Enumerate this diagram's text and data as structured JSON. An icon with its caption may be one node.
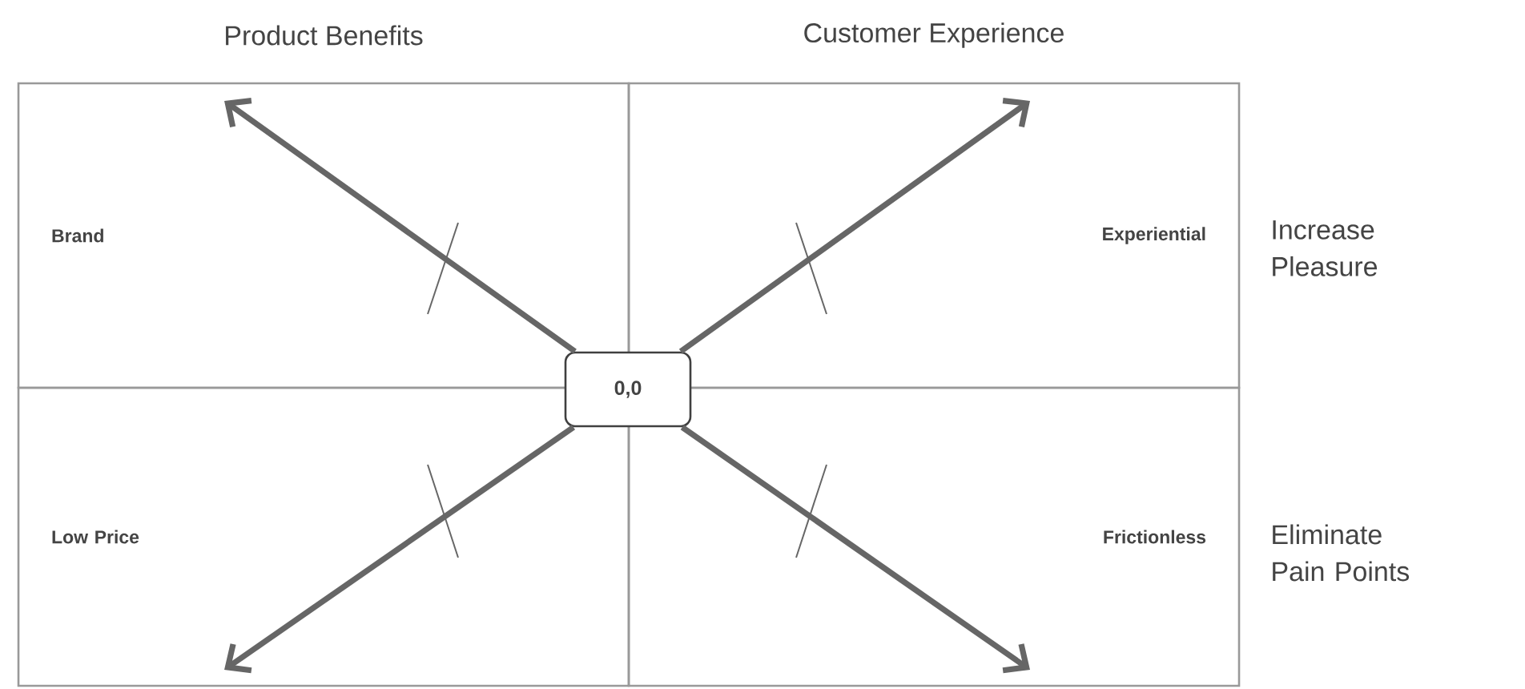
{
  "diagram": {
    "nodes": [
      {
        "text": [
          "Brand"
        ]
      },
      {
        "text": [
          "Experiential"
        ]
      },
      {
        "text": [
          "Low Price"
        ]
      },
      {
        "text": [
          "Frictionless"
        ]
      },
      {
        "text": [
          "0,0"
        ]
      }
    ],
    "edges": [
      {
        "from": 4,
        "to": 0,
        "arrow": "to"
      },
      {
        "from": 4,
        "to": 1,
        "arrow": "to"
      },
      {
        "from": 4,
        "to": 2,
        "arrow": "to"
      },
      {
        "from": 4,
        "to": 3,
        "arrow": "to"
      }
    ],
    "labels": [
      "Product Benefits",
      "Customer Experience",
      "Increase Pleasure",
      "Eliminate Pain Points"
    ]
  }
}
